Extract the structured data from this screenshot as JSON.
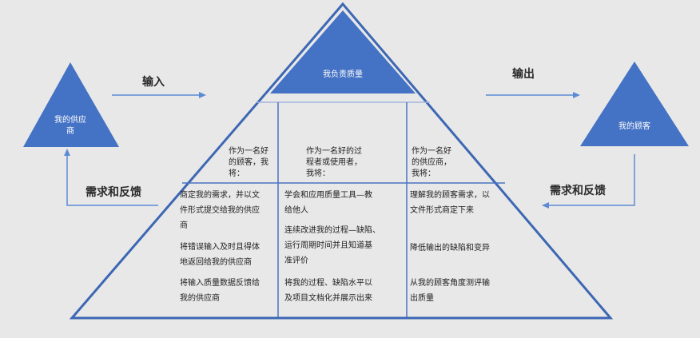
{
  "colors": {
    "background": "#e8e8e8",
    "triangle_fill": "#4472c4",
    "outline": "#3d67b3",
    "arrow": "#5b8bd5"
  },
  "supplier_label": "我的供应\n商",
  "center_label": "我负责质量",
  "customer_label": "我的顾客",
  "input_label": "输入",
  "output_label": "输出",
  "feedback_left": "需求和反馈",
  "feedback_right": "需求和反馈",
  "columns": [
    {
      "heading": "作为一名好\n的顾客，我\n将：",
      "items": [
        "商定我的需求，并以文\n件形式提交给我的供应\n商",
        "将错误输入及时且得体\n地返回给我的供应商",
        "将输入质量数据反馈给\n我的供应商"
      ]
    },
    {
      "heading": "作为一名好的过\n程者或使用者，\n我将：",
      "items": [
        "学会和应用质量工具—教\n给他人",
        "连续改进我的过程—缺陷、\n运行周期时间并且知道基\n准评价",
        "将我的过程、缺陷水平以\n及项目文档化并展示出来"
      ]
    },
    {
      "heading": "作为一名好\n的供应商，\n我将：",
      "items": [
        "理解我的顾客需求，以\n文件形式商定下来",
        "降低输出的缺陷和变异",
        "从我的顾客角度测评输\n出质量"
      ]
    }
  ]
}
